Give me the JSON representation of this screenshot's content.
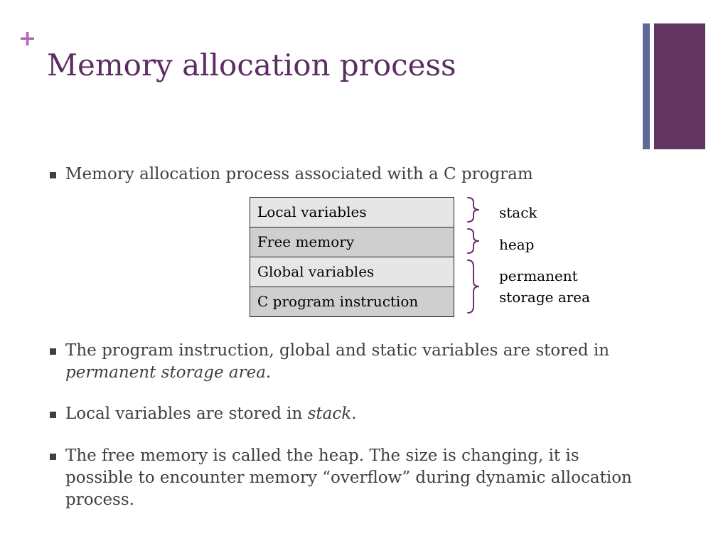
{
  "slide": {
    "plus_symbol": "+",
    "title": "Memory allocation process"
  },
  "intro_bullet": "Memory allocation process associated with a C program",
  "memory_layout": {
    "rows": [
      {
        "label": "Local variables"
      },
      {
        "label": "Free memory"
      },
      {
        "label": "Global variables"
      },
      {
        "label": "C program instruction"
      }
    ],
    "segments": {
      "stack": "stack",
      "heap": "heap",
      "permanent_line1": "permanent",
      "permanent_line2": "storage area"
    }
  },
  "bullets": {
    "b2_pre": "The program instruction, global and static variables are stored in ",
    "b2_em": "permanent storage area",
    "b2_post": ".",
    "b3_pre": "Local variables are stored in ",
    "b3_em": "stack",
    "b3_post": ".",
    "b4": "The free memory is called the heap. The size is changing, it is possible to encounter memory “overflow” during dynamic allocation process."
  },
  "colors": {
    "title": "#5c2d63",
    "plus": "#b565b8",
    "corner_thin": "#5e6b9a",
    "corner_wide": "#623460",
    "brace": "#6b2f6b",
    "body_text": "#404040",
    "row_light": "#e6e6e6",
    "row_dark": "#cfcfcf"
  }
}
